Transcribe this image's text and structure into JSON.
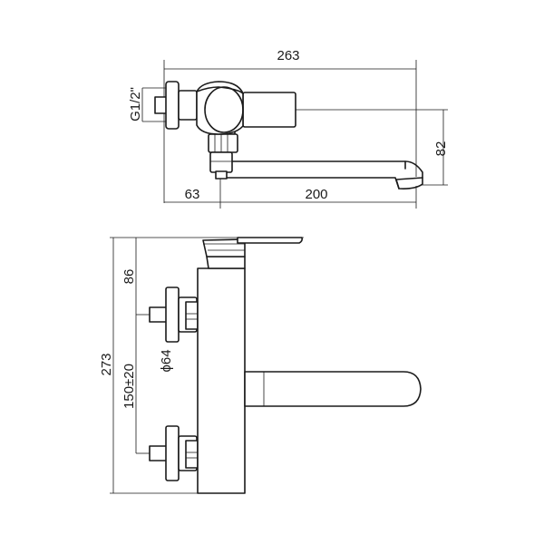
{
  "dimensions": {
    "overall_length": "263",
    "connection_thread": "G1/2\"",
    "spout_height": "82",
    "wall_to_body": "63",
    "spout_reach": "200",
    "body_height": "273",
    "top_to_inlet": "86",
    "inlet_centers": "150±20",
    "cover_diameter": "ϕ64"
  },
  "colors": {
    "line": "#1a1a1a",
    "background": "#ffffff"
  }
}
